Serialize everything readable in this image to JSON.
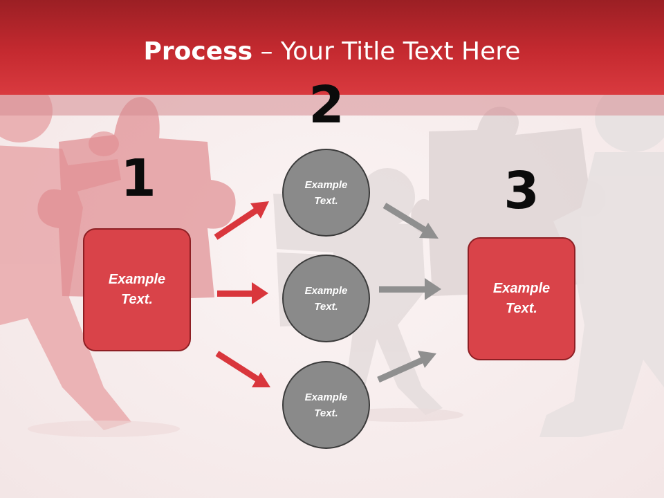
{
  "slide": {
    "title_bold": "Process",
    "title_rest": " – Your Title Text Here"
  },
  "steps": {
    "one": "1",
    "two": "2",
    "three": "3"
  },
  "left_box": {
    "text": "Example Text."
  },
  "right_box": {
    "text": "Example Text."
  },
  "circles": [
    {
      "text": "Example Text."
    },
    {
      "text": "Example Text."
    },
    {
      "text": "Example Text."
    }
  ],
  "colors": {
    "title_bar": "#c52a30",
    "box_fill": "#d94349",
    "circle_fill": "#8a8a8a",
    "red_arrow": "#d9363c",
    "gray_arrow": "#8f8f8f"
  }
}
